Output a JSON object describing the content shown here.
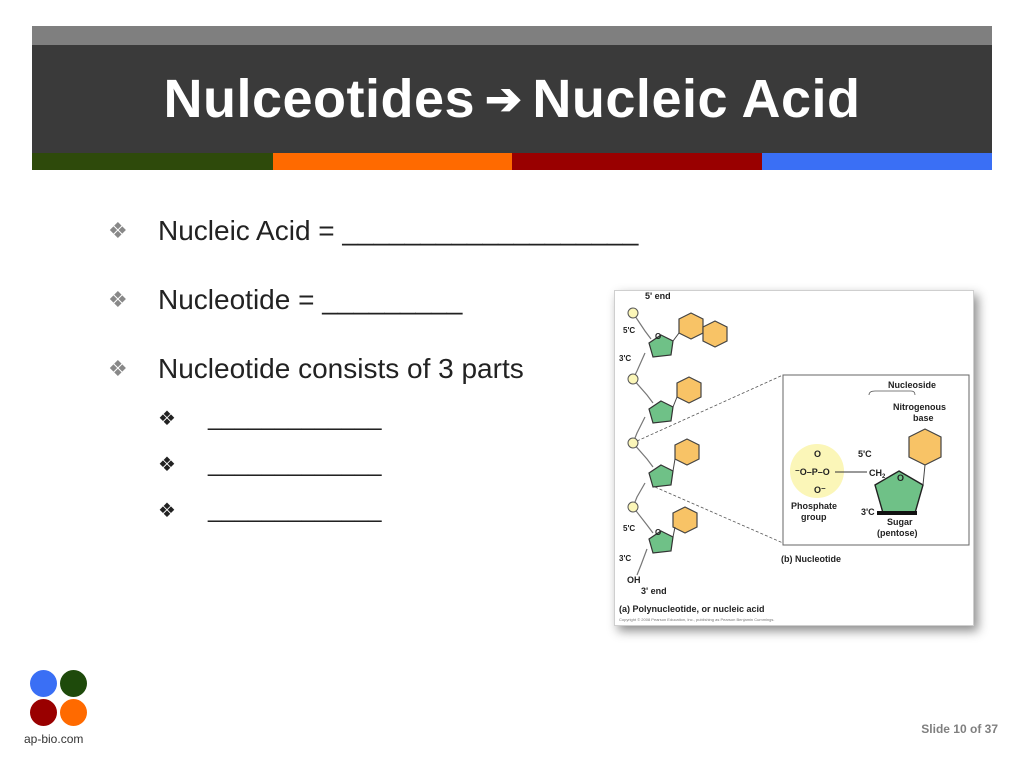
{
  "slide": {
    "title_left": "Nulceotides",
    "title_arrow": "➔",
    "title_right": "Nucleic Acid",
    "bar_colors": [
      "#2e4a0b",
      "#ff6a00",
      "#990000",
      "#3a6ff5"
    ]
  },
  "bullets": [
    {
      "mark": "❖",
      "text": "Nucleic Acid = ___________________"
    },
    {
      "mark": "❖",
      "text": "Nucleotide = _________"
    },
    {
      "mark": "❖",
      "text": "Nucleotide consists of 3 parts"
    }
  ],
  "sub_bullets": [
    {
      "mark": "❖",
      "text": "_____________"
    },
    {
      "mark": "❖",
      "text": "_____________"
    },
    {
      "mark": "❖",
      "text": "_____________"
    }
  ],
  "figure": {
    "five_end": "5' end",
    "three_end": "3' end",
    "oh": "OH",
    "c5": "5'C",
    "c3": "3'C",
    "o": "O",
    "nucleoside": "Nucleoside",
    "nitrogenous": "Nitrogenous",
    "base": "base",
    "c5_right": "5'C",
    "ch2": "CH",
    "ch2_sub": "2",
    "phosphate_o_top": "O",
    "phosphate_line": "⁻O–P–O",
    "phosphate_o_bottom": "O⁻",
    "phosphate": "Phosphate",
    "group": "group",
    "c3_right": "3'C",
    "sugar": "Sugar",
    "pentose": "(pentose)",
    "b_label": "(b) Nucleotide",
    "a_label": "(a) Polynucleotide, or nucleic acid",
    "copyright": "Copyright © 2008 Pearson Education, Inc., publishing as Pearson Benjamin Cummings."
  },
  "footer": {
    "logo_colors": [
      "#3a6ff5",
      "#1e4a0b",
      "#990000",
      "#ff6a00"
    ],
    "site": "ap-bio.com",
    "slide_number": "Slide 10 of 37"
  }
}
